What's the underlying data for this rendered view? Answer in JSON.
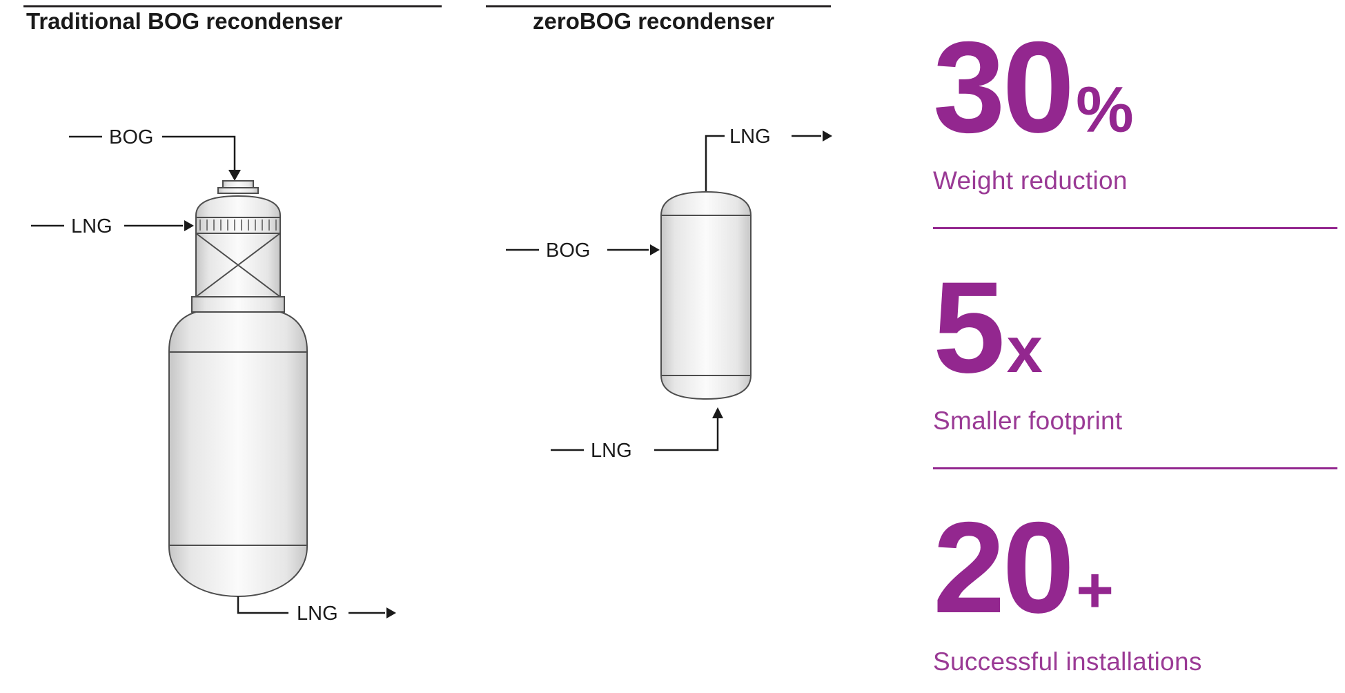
{
  "accent_color": "#93278f",
  "diagrams": {
    "traditional": {
      "title": "Traditional BOG recondenser",
      "bog_in_label": "BOG",
      "lng_in_label": "LNG",
      "lng_out_label": "LNG"
    },
    "zerobog": {
      "title": "zeroBOG recondenser",
      "lng_out_label": "LNG",
      "bog_in_label": "BOG",
      "lng_in_label": "LNG"
    }
  },
  "stats": {
    "items": [
      {
        "value": "30",
        "suffix": "%",
        "label": "Weight reduction"
      },
      {
        "value": "5",
        "suffix": "x",
        "label": "Smaller footprint"
      },
      {
        "value": "20",
        "suffix": "+",
        "label": "Successful installations"
      }
    ]
  }
}
